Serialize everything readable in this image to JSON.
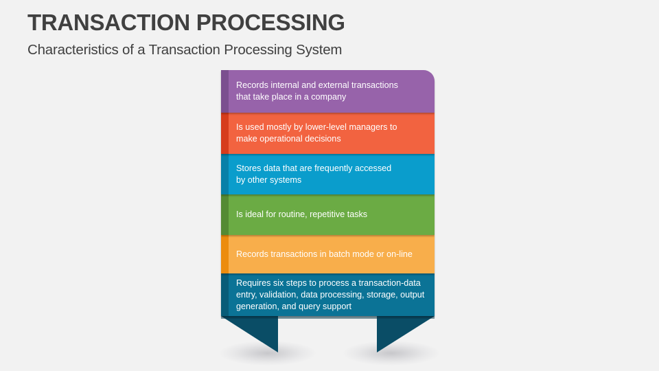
{
  "slide": {
    "title": "TRANSACTION PROCESSING",
    "subtitle": "Characteristics of a Transaction Processing System"
  },
  "diagram": {
    "type": "stacked-banner-list",
    "items": [
      {
        "text": "Records internal and external transactions\nthat take place in a company",
        "color": "#9763aa"
      },
      {
        "text": "Is used mostly by lower-level managers to\nmake operational decisions",
        "color": "#f26340"
      },
      {
        "text": "Stores data that are frequently accessed\nby other systems",
        "color": "#0a9dcc"
      },
      {
        "text": "Is ideal for routine, repetitive tasks",
        "color": "#6bab44"
      },
      {
        "text": "Records transactions in batch mode or on-line",
        "color": "#f8ae4b"
      },
      {
        "text": "Requires six steps to process a transaction-data\nentry, validation, data processing, storage, output\ngeneration, and query support",
        "color": "#0b7396"
      }
    ],
    "tail_color": "#0a4d66"
  }
}
